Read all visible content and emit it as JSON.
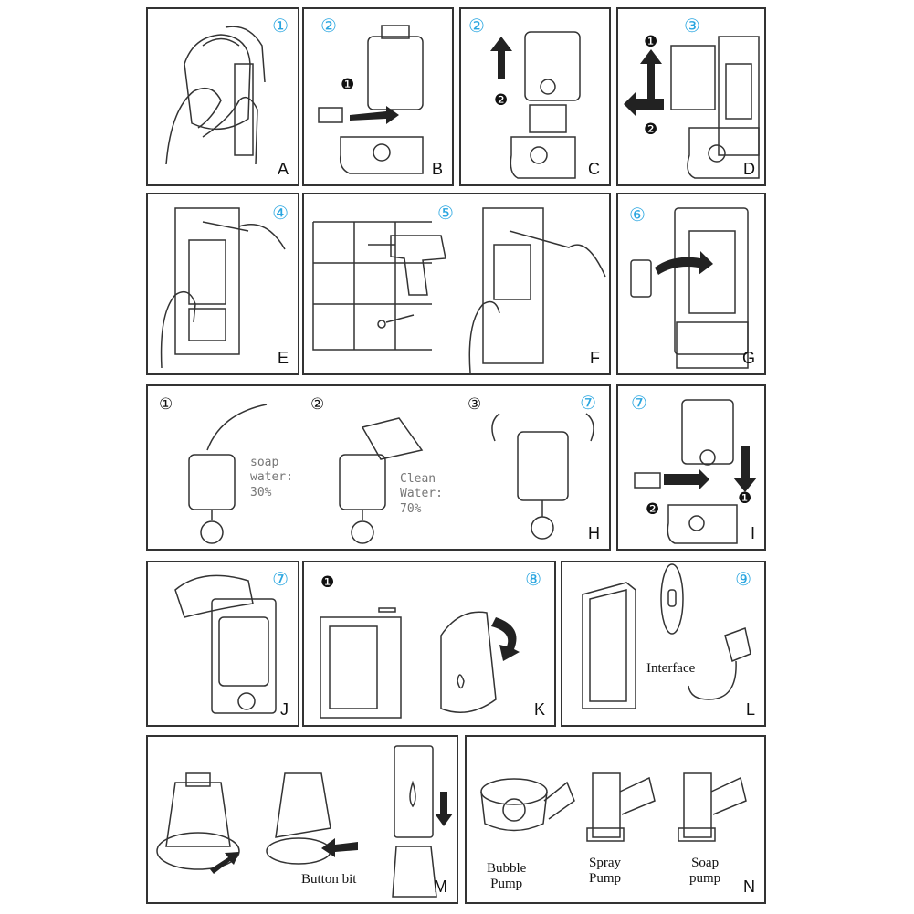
{
  "panels": {
    "A": {
      "letter": "A",
      "steps": [
        "①"
      ]
    },
    "B": {
      "letter": "B",
      "steps": [
        "②"
      ],
      "markers": [
        "❶"
      ]
    },
    "C": {
      "letter": "C",
      "steps": [
        "②"
      ],
      "markers": [
        "❷"
      ]
    },
    "D": {
      "letter": "D",
      "steps": [
        "③"
      ],
      "markers": [
        "❶",
        "❷"
      ]
    },
    "E": {
      "letter": "E",
      "steps": [
        "④"
      ]
    },
    "F": {
      "letter": "F",
      "steps": [
        "⑤"
      ]
    },
    "G": {
      "letter": "G",
      "steps": [
        "⑥"
      ]
    },
    "H": {
      "letter": "H",
      "steps": [
        "⑦"
      ],
      "substeps": [
        "①",
        "②",
        "③"
      ],
      "notes": [
        "soap\nwater:\n30%",
        "Clean\nWater:\n70%"
      ]
    },
    "I": {
      "letter": "I",
      "steps": [
        "⑦"
      ],
      "markers": [
        "❶",
        "❷"
      ]
    },
    "J": {
      "letter": "J",
      "steps": [
        "⑦"
      ]
    },
    "K": {
      "letter": "K",
      "steps": [
        "⑧"
      ],
      "markers": [
        "❶"
      ]
    },
    "L": {
      "letter": "L",
      "steps": [
        "⑨"
      ],
      "labels": [
        "Interface"
      ]
    },
    "M": {
      "letter": "M",
      "labels": [
        "Button bit"
      ]
    },
    "N": {
      "letter": "N",
      "labels": [
        "Bubble\nPump",
        "Spray\nPump",
        "Soap\npump"
      ]
    }
  },
  "colors": {
    "step_number": "#2aa6e0",
    "line": "#333333",
    "arrow": "#222222"
  }
}
